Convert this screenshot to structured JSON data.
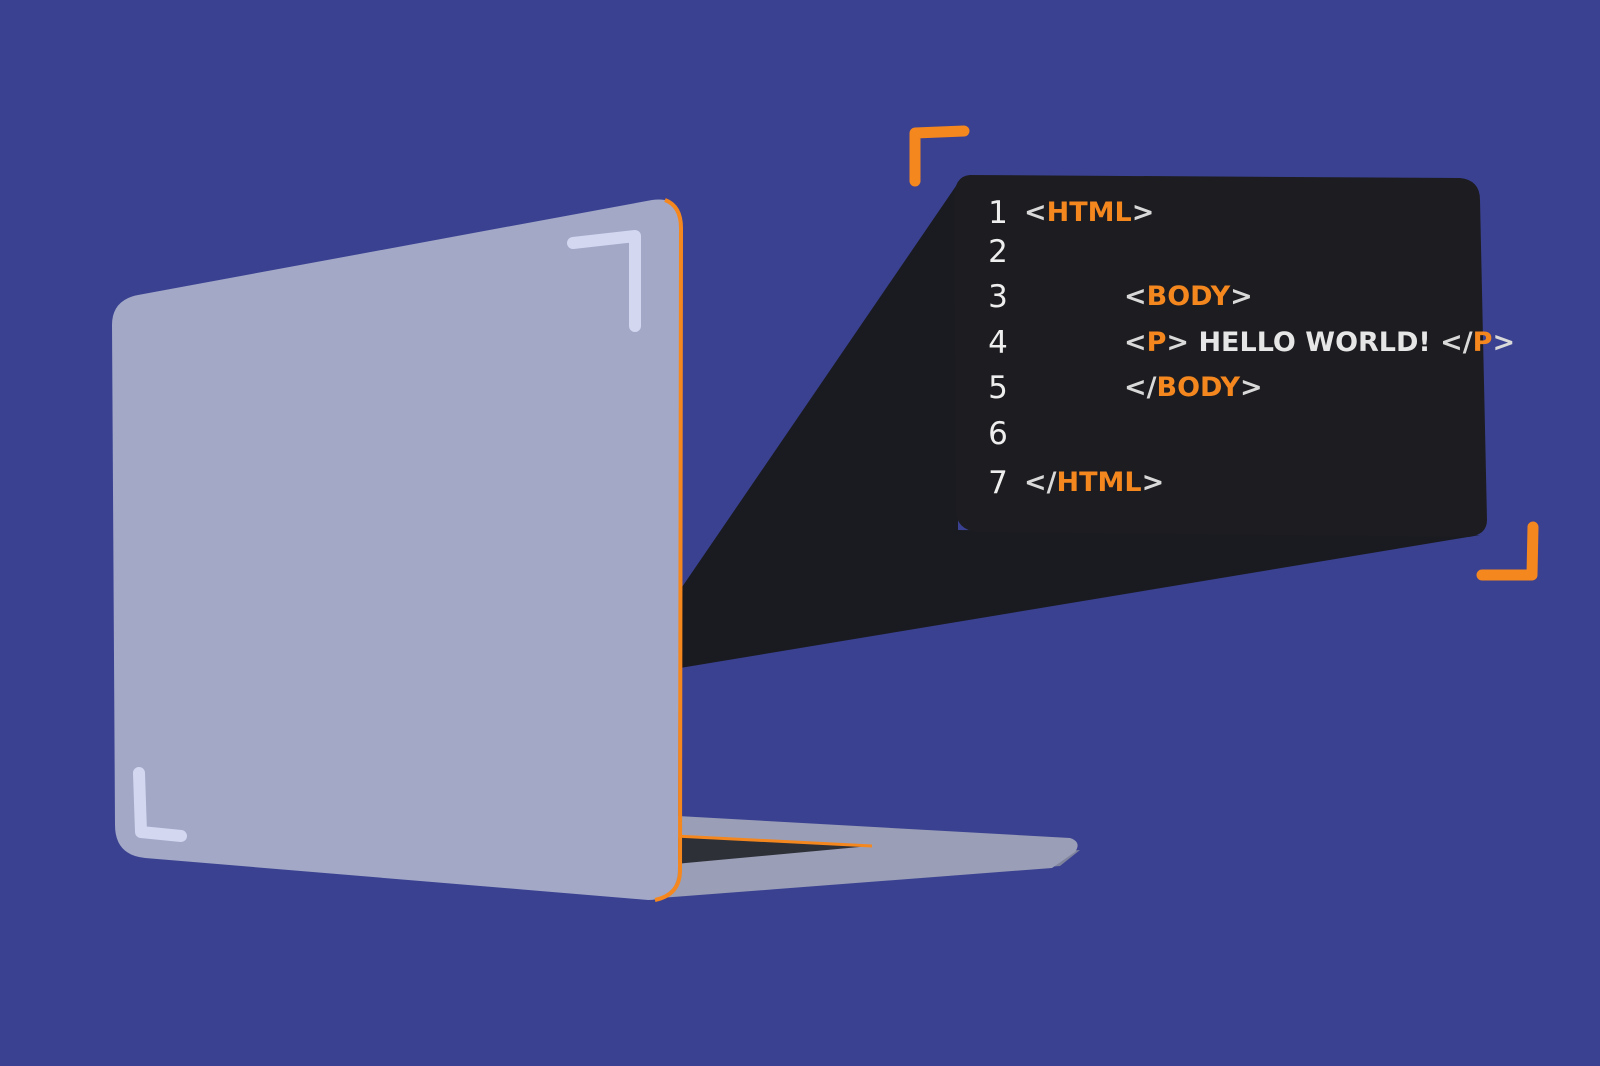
{
  "colors": {
    "background": "#3a4191",
    "laptop_lid": "#a2a8c6",
    "laptop_base": "#8b8fa8",
    "accent": "#f5871f",
    "code_panel": "#1d1d21",
    "code_punct": "#d9d9d9",
    "code_text": "#e6e6e6",
    "lid_corner_marks": "#d3d7f0"
  },
  "code_editor": {
    "lines": [
      {
        "number": "1",
        "tokens": [
          {
            "t": "<",
            "k": "punct"
          },
          {
            "t": "HTML",
            "k": "tag"
          },
          {
            "t": ">",
            "k": "punct"
          }
        ]
      },
      {
        "number": "2",
        "tokens": []
      },
      {
        "number": "3",
        "tokens": [
          {
            "t": "<",
            "k": "punct"
          },
          {
            "t": "BODY",
            "k": "tag"
          },
          {
            "t": ">",
            "k": "punct"
          }
        ]
      },
      {
        "number": "4",
        "tokens": [
          {
            "t": "<",
            "k": "punct"
          },
          {
            "t": "P",
            "k": "tag"
          },
          {
            "t": ">",
            "k": "punct"
          },
          {
            "t": " HELLO WORLD! ",
            "k": "txt"
          },
          {
            "t": "</",
            "k": "punct"
          },
          {
            "t": "P",
            "k": "tag"
          },
          {
            "t": ">",
            "k": "punct"
          }
        ]
      },
      {
        "number": "5",
        "tokens": [
          {
            "t": "</",
            "k": "punct"
          },
          {
            "t": "BODY",
            "k": "tag"
          },
          {
            "t": ">",
            "k": "punct"
          }
        ]
      },
      {
        "number": "6",
        "tokens": []
      },
      {
        "number": "7",
        "tokens": [
          {
            "t": "</",
            "k": "punct"
          },
          {
            "t": "HTML",
            "k": "tag"
          },
          {
            "t": ">",
            "k": "punct"
          }
        ]
      }
    ]
  }
}
